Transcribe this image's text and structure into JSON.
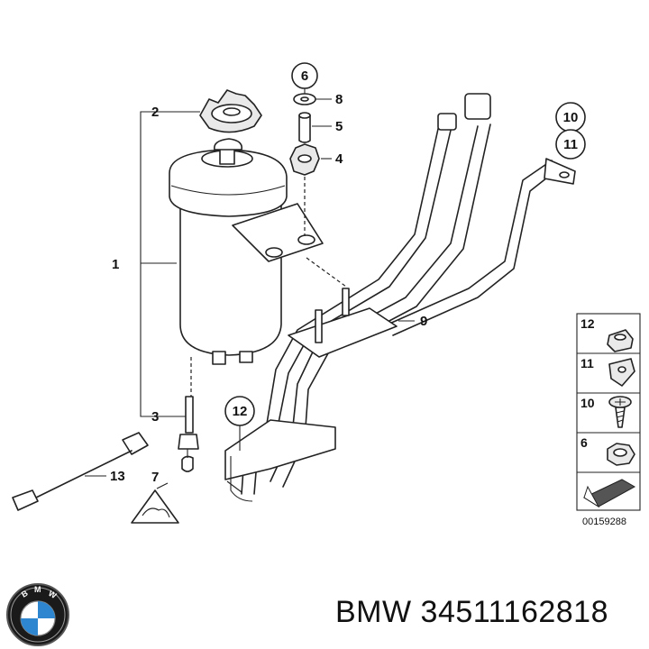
{
  "callouts": {
    "c1": "1",
    "c2": "2",
    "c3": "3",
    "c4": "4",
    "c5": "5",
    "c6": "6",
    "c7": "7",
    "c8": "8",
    "c9": "9",
    "c10": "10",
    "c11": "11",
    "c12": "12",
    "c13": "13"
  },
  "legend": {
    "rows": [
      {
        "number": "12",
        "icon": "clip-nut-icon"
      },
      {
        "number": "11",
        "icon": "spring-nut-icon"
      },
      {
        "number": "10",
        "icon": "screw-icon"
      },
      {
        "number": "6",
        "icon": "hex-nut-icon"
      }
    ]
  },
  "diagram_code": "00159288",
  "caption": {
    "brand": "BMW",
    "part_number": "34511162818"
  },
  "logo": {
    "letters": "BMW"
  }
}
